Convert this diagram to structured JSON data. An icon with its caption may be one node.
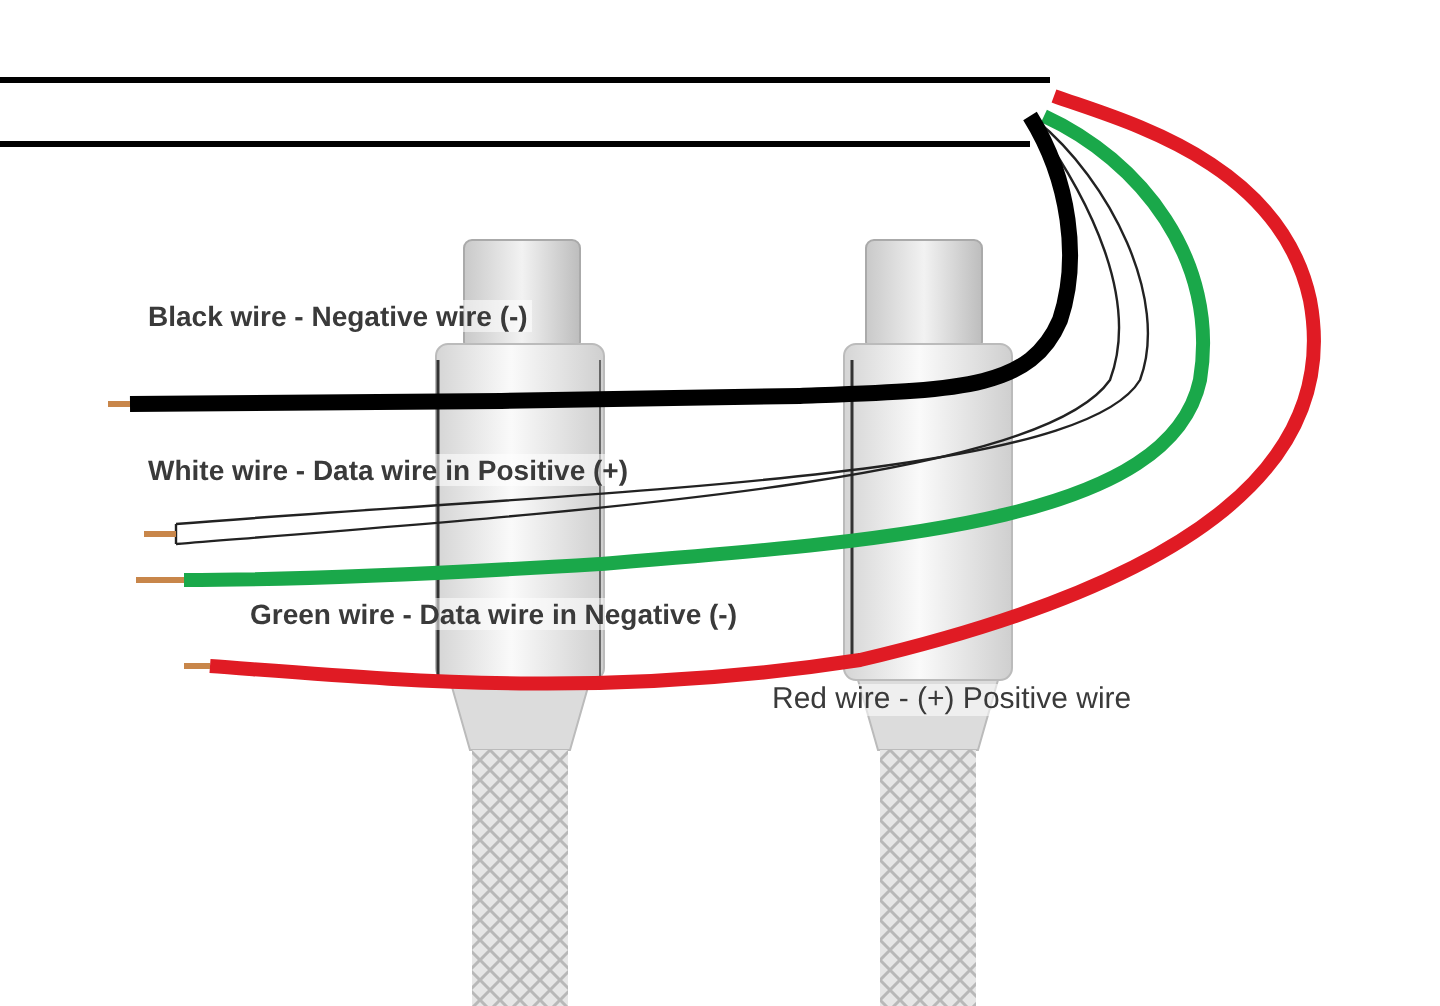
{
  "diagram": {
    "labels": [
      "Black wire - Negative wire (-)",
      "White wire - Data wire in Positive (+)",
      "Green wire - Data wire in Negative (-)",
      "Red wire - (+) Positive wire"
    ]
  }
}
